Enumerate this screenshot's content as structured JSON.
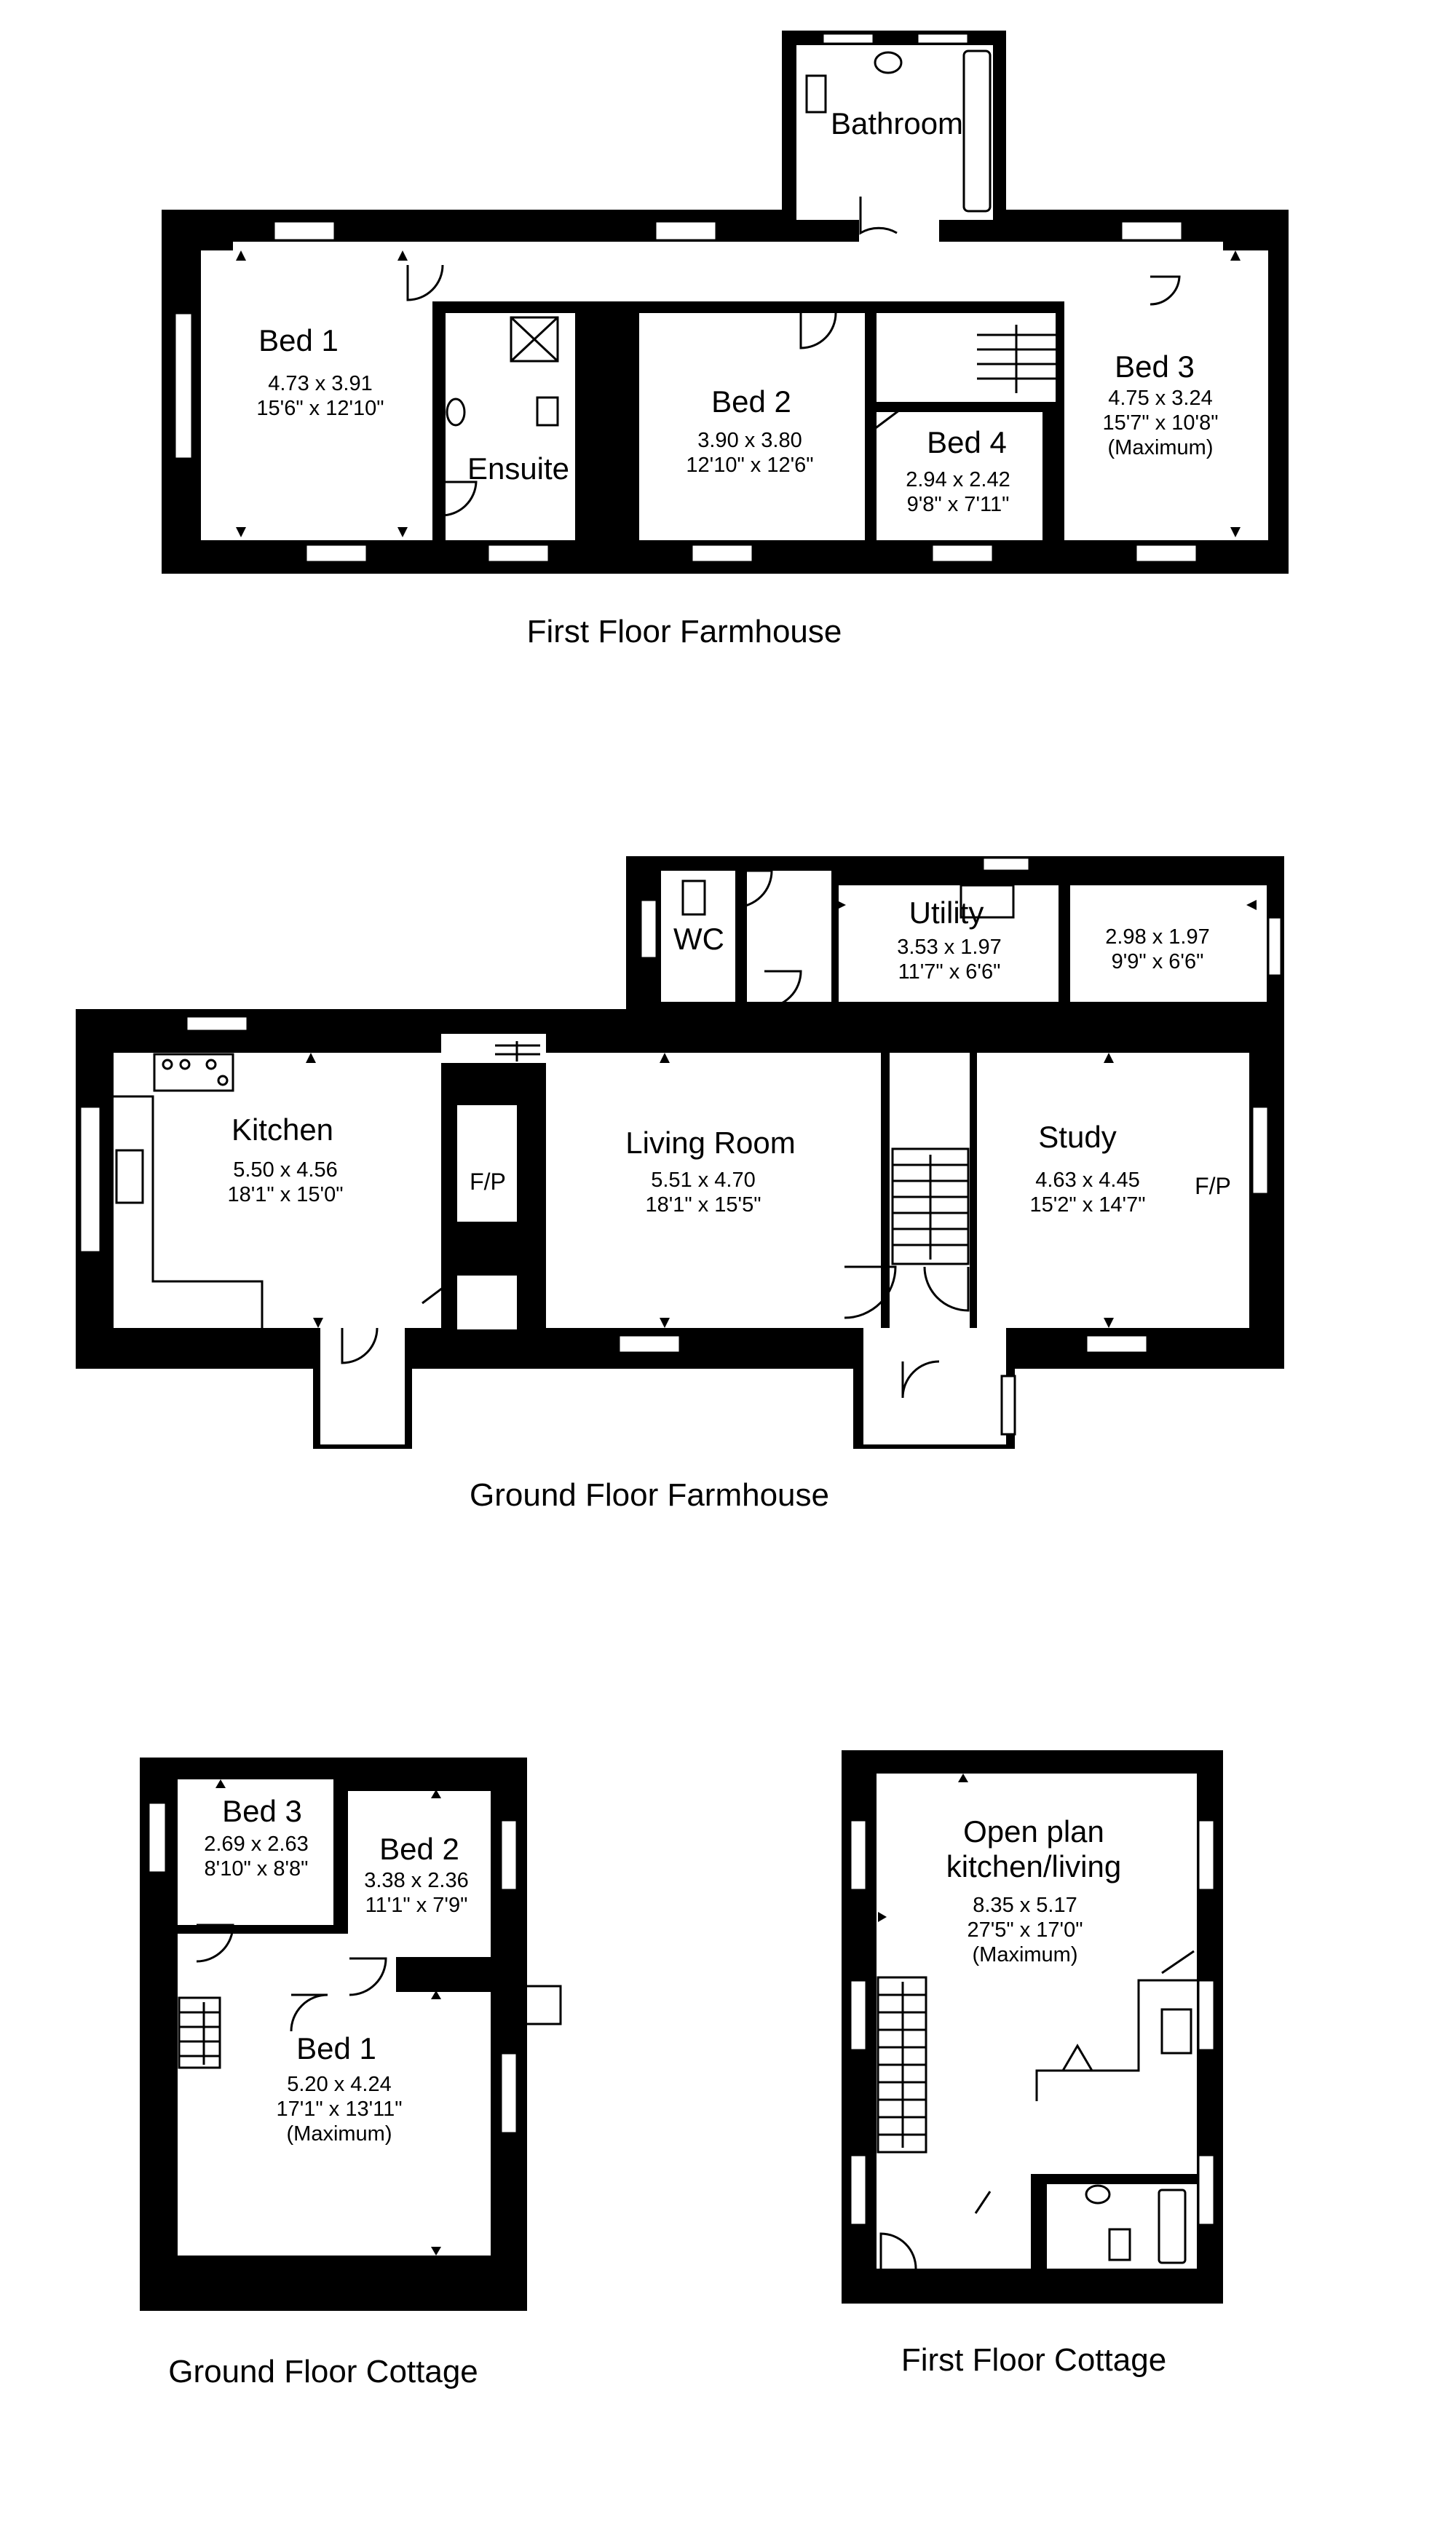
{
  "floors": [
    {
      "title": "First Floor Farmhouse",
      "rooms": [
        {
          "name": "Bathroom",
          "dims": []
        },
        {
          "name": "Bed 1",
          "dims": [
            "4.73 x 3.91",
            "15'6\" x 12'10\""
          ]
        },
        {
          "name": "Ensuite",
          "dims": []
        },
        {
          "name": "Bed 2",
          "dims": [
            "3.90 x 3.80",
            "12'10\" x 12'6\""
          ]
        },
        {
          "name": "Bed 4",
          "dims": [
            "2.94 x 2.42",
            "9'8\" x 7'11\""
          ]
        },
        {
          "name": "Bed 3",
          "dims": [
            "4.75 x 3.24",
            "15'7\" x 10'8\"",
            "(Maximum)"
          ]
        }
      ]
    },
    {
      "title": "Ground Floor Farmhouse",
      "rooms": [
        {
          "name": "WC",
          "dims": []
        },
        {
          "name": "Utility",
          "dims": [
            "3.53 x 1.97",
            "11'7\" x 6'6\""
          ]
        },
        {
          "name": "",
          "dims": [
            "2.98 x 1.97",
            "9'9\" x 6'6\""
          ]
        },
        {
          "name": "Kitchen",
          "dims": [
            "5.50 x 4.56",
            "18'1\" x 15'0\""
          ]
        },
        {
          "name": "Living Room",
          "dims": [
            "5.51 x 4.70",
            "18'1\" x 15'5\""
          ]
        },
        {
          "name": "Study",
          "dims": [
            "4.63 x 4.45",
            "15'2\" x 14'7\""
          ]
        }
      ],
      "fireplace_labels": [
        "F/P",
        "F/P"
      ]
    },
    {
      "title": "Ground Floor Cottage",
      "rooms": [
        {
          "name": "Bed 3",
          "dims": [
            "2.69 x 2.63",
            "8'10\" x 8'8\""
          ]
        },
        {
          "name": "Bed 2",
          "dims": [
            "3.38 x 2.36",
            "11'1\" x 7'9\""
          ]
        },
        {
          "name": "Bed 1",
          "dims": [
            "5.20 x 4.24",
            "17'1\" x 13'11\"",
            "(Maximum)"
          ]
        }
      ]
    },
    {
      "title": "First Floor Cottage",
      "rooms": [
        {
          "name": "Open plan",
          "name2": "kitchen/living",
          "dims": [
            "8.35 x 5.17",
            "27'5\" x 17'0\"",
            "(Maximum)"
          ]
        }
      ]
    }
  ]
}
